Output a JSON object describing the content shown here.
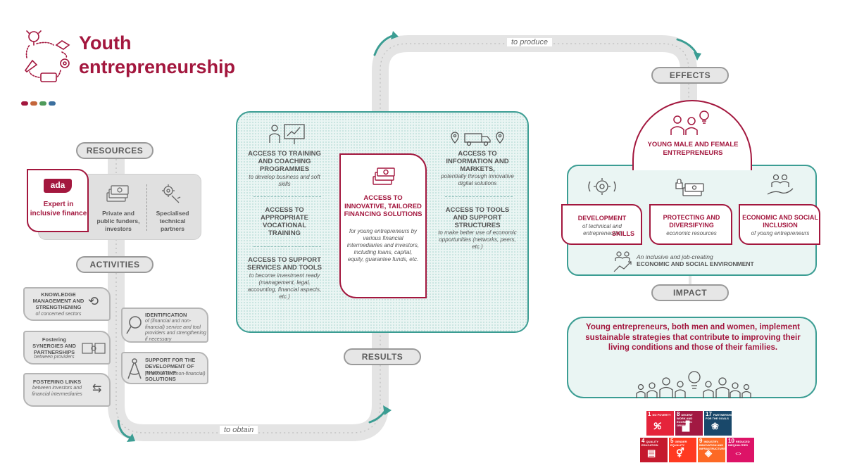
{
  "title": "Youth entrepreneurship",
  "brand_colors": {
    "primary": "#a3173e",
    "accent": "#3b9d93",
    "dots": [
      "#a3173e",
      "#c4663b",
      "#4e9a5a",
      "#3b6f9e"
    ]
  },
  "flow": {
    "to_produce": "to produce",
    "to_obtain": "to obtain"
  },
  "sections": {
    "resources": "RESOURCES",
    "activities": "ACTIVITIES",
    "results": "RESULTS",
    "effects": "EFFECTS",
    "impact": "IMPACT"
  },
  "resources": {
    "ada": {
      "logo": "ada",
      "label": "Expert in inclusive finance"
    },
    "funders": "Private and public funders, investors",
    "partners": "Specialised technical partners"
  },
  "activities": {
    "knowledge": {
      "title": "KNOWLEDGE MANAGEMENT AND STRENGTHENING",
      "sub": "of concerned sectors"
    },
    "synergies": {
      "title": "Fostering SYNERGIES AND PARTNERSHIPS",
      "sub": "between providers"
    },
    "links": {
      "title": "FOSTERING LINKS",
      "sub": "between investors and financial intermediaries"
    },
    "identification": {
      "title": "IDENTIFICATION",
      "sub": "of (financial and non-financial) service and tool providers and strengthening if necessary"
    },
    "support": {
      "title": "SUPPORT FOR THE DEVELOPMENT OF INNOVATIVE SOLUTIONS",
      "sub": "(financial and non-financial)"
    }
  },
  "results": {
    "training": {
      "title": "ACCESS TO TRAINING AND COACHING PROGRAMMES",
      "sub": "to develop business and soft skills"
    },
    "vocational": {
      "title": "ACCESS TO APPROPRIATE VOCATIONAL TRAINING"
    },
    "support_services": {
      "title": "ACCESS TO SUPPORT SERVICES AND TOOLS",
      "sub": "to become investment ready (management, legal, accounting, financial aspects, etc.)"
    },
    "financing": {
      "title": "ACCESS TO INNOVATIVE, TAILORED FINANCING SOLUTIONS",
      "sub": "for young entrepreneurs by various financial intermediaries and investors, including loans, capital, equity, guarantee funds, etc."
    },
    "information": {
      "title": "ACCESS TO INFORMATION AND MARKETS,",
      "sub": "potentially through innovative digital solutions"
    },
    "tools": {
      "title": "ACCESS TO TOOLS AND SUPPORT STRUCTURES",
      "sub": "to make better use of economic opportunities (networks, peers, etc.)"
    }
  },
  "effects": {
    "target": "YOUNG MALE AND FEMALE ENTREPRENEURS",
    "development": {
      "title_a": "DEVELOPMENT",
      "sub": "of technical and entrepreneurial",
      "title_b": "SKILLS"
    },
    "protecting": {
      "title": "PROTECTING AND DIVERSIFYING",
      "sub": "economic resources"
    },
    "inclusion": {
      "title": "ECONOMIC AND SOCIAL INCLUSION",
      "sub": "of young entrepreneurs"
    },
    "environment": {
      "sub": "An inclusive and job-creating",
      "title": "ECONOMIC AND SOCIAL ENVIRONMENT"
    }
  },
  "impact": {
    "text": "Young entrepreneurs, both men and women, implement sustainable strategies that contribute to improving their living conditions and those of their families."
  },
  "sdgs": [
    {
      "num": "1",
      "label": "NO POVERTY",
      "color": "#e5243b",
      "icon": "people-icon"
    },
    {
      "num": "8",
      "label": "DECENT WORK AND ECONOMIC GROWTH",
      "color": "#a21942",
      "icon": "growth-chart-icon"
    },
    {
      "num": "17",
      "label": "PARTNERSHIPS FOR THE GOALS",
      "color": "#19486a",
      "icon": "flower-icon"
    },
    {
      "num": "4",
      "label": "QUALITY EDUCATION",
      "color": "#c5192d",
      "icon": "book-icon"
    },
    {
      "num": "5",
      "label": "GENDER EQUALITY",
      "color": "#ff3a21",
      "icon": "gender-icon"
    },
    {
      "num": "9",
      "label": "INDUSTRY, INNOVATION AND INFRASTRUCTURE",
      "color": "#fd6925",
      "icon": "cubes-icon"
    },
    {
      "num": "10",
      "label": "REDUCED INEQUALITIES",
      "color": "#dd1367",
      "icon": "equality-icon"
    }
  ]
}
